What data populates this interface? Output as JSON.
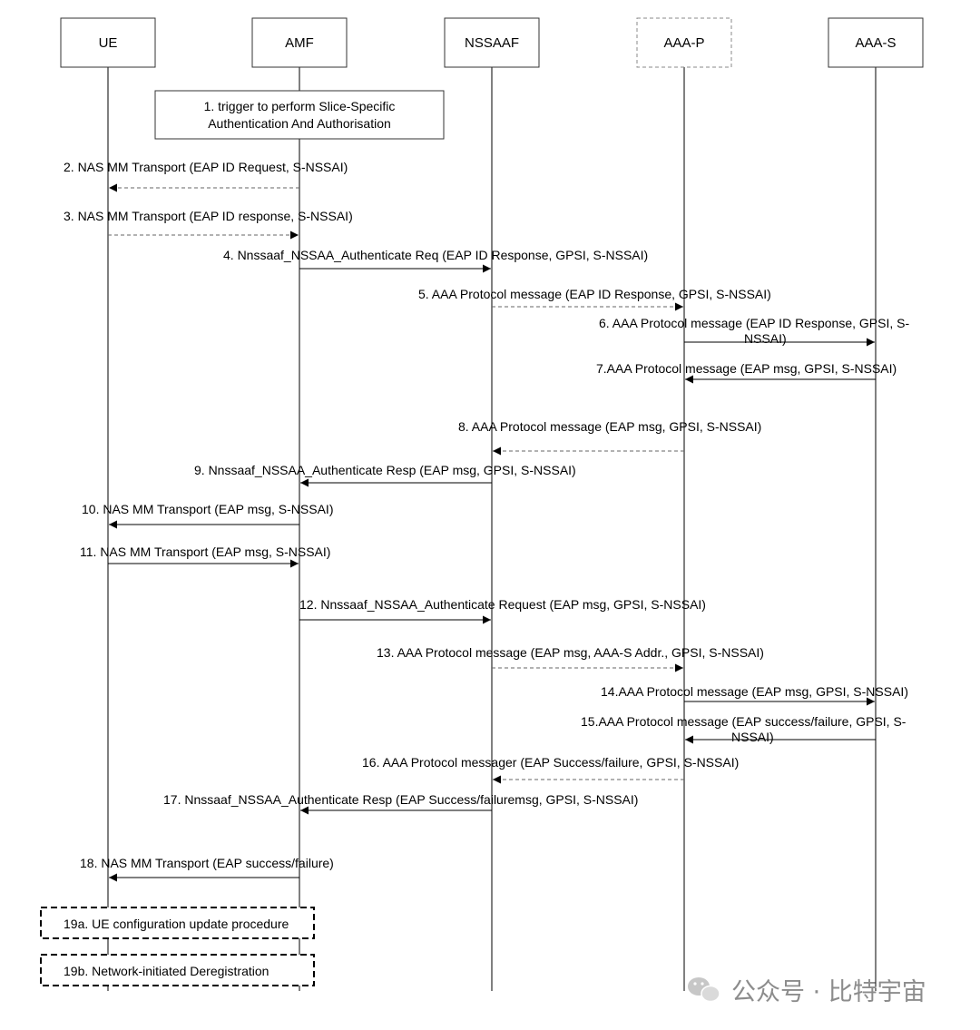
{
  "participants": [
    {
      "id": "ue",
      "label": "UE",
      "style": "solid"
    },
    {
      "id": "amf",
      "label": "AMF",
      "style": "solid"
    },
    {
      "id": "nssaaf",
      "label": "NSSAAF",
      "style": "solid"
    },
    {
      "id": "aaap",
      "label": "AAA-P",
      "style": "dashed"
    },
    {
      "id": "aaas",
      "label": "AAA-S",
      "style": "solid"
    }
  ],
  "trigger_note": {
    "lines": [
      "1. trigger to perform Slice-Specific",
      "Authentication And Authorisation"
    ]
  },
  "messages": [
    {
      "num": "2",
      "text": "2. NAS MM Transport (EAP ID Request, S-NSSAI)",
      "from": "amf",
      "to": "ue",
      "style": "dashed"
    },
    {
      "num": "3",
      "text": "3.  NAS MM Transport (EAP ID response, S-NSSAI)",
      "from": "ue",
      "to": "amf",
      "style": "dashed"
    },
    {
      "num": "4",
      "text": "4. Nnssaaf_NSSAA_Authenticate Req (EAP ID Response, GPSI, S-NSSAI)",
      "from": "amf",
      "to": "nssaaf",
      "style": "solid"
    },
    {
      "num": "5",
      "text": "5. AAA Protocol message (EAP ID Response, GPSI, S-NSSAI)",
      "from": "nssaaf",
      "to": "aaap",
      "style": "dashed"
    },
    {
      "num": "6",
      "text": "6. AAA Protocol message (EAP ID Response, GPSI, S-",
      "text2": "NSSAI)",
      "from": "aaap",
      "to": "aaas",
      "style": "solid"
    },
    {
      "num": "7",
      "text": "7.AAA Protocol message (EAP msg, GPSI, S-NSSAI)",
      "from": "aaas",
      "to": "aaap",
      "style": "solid"
    },
    {
      "num": "8",
      "text": "8. AAA Protocol message (EAP msg, GPSI, S-NSSAI)",
      "from": "aaap",
      "to": "nssaaf",
      "style": "dashed"
    },
    {
      "num": "9",
      "text": "9. Nnssaaf_NSSAA_Authenticate Resp (EAP msg, GPSI, S-NSSAI)",
      "from": "nssaaf",
      "to": "amf",
      "style": "solid"
    },
    {
      "num": "10",
      "text": "10. NAS MM Transport (EAP msg, S-NSSAI)",
      "from": "amf",
      "to": "ue",
      "style": "solid"
    },
    {
      "num": "11",
      "text": "11. NAS MM Transport (EAP msg, S-NSSAI)",
      "from": "ue",
      "to": "amf",
      "style": "solid"
    },
    {
      "num": "12",
      "text": "12. Nnssaaf_NSSAA_Authenticate Request (EAP msg, GPSI, S-NSSAI)",
      "from": "amf",
      "to": "nssaaf",
      "style": "solid"
    },
    {
      "num": "13",
      "text": "13. AAA Protocol message (EAP msg,  AAA-S Addr., GPSI, S-NSSAI)",
      "from": "nssaaf",
      "to": "aaap",
      "style": "dashed"
    },
    {
      "num": "14",
      "text": "14.AAA Protocol message (EAP msg, GPSI, S-NSSAI)",
      "from": "aaap",
      "to": "aaas",
      "style": "solid"
    },
    {
      "num": "15",
      "text": "15.AAA Protocol message (EAP success/failure, GPSI, S-",
      "text2": "NSSAI)",
      "from": "aaas",
      "to": "aaap",
      "style": "solid"
    },
    {
      "num": "16",
      "text": "16. AAA Protocol messager (EAP Success/failure, GPSI, S-NSSAI)",
      "from": "aaap",
      "to": "nssaaf",
      "style": "dashed"
    },
    {
      "num": "17",
      "text": "17. Nnssaaf_NSSAA_Authenticate Resp (EAP Success/failuremsg, GPSI, S-NSSAI)",
      "from": "nssaaf",
      "to": "amf",
      "style": "solid"
    },
    {
      "num": "18",
      "text": "18. NAS MM Transport (EAP success/failure)",
      "from": "amf",
      "to": "ue",
      "style": "solid"
    }
  ],
  "procedures": [
    {
      "id": "19a",
      "text": "19a.   UE configuration update procedure"
    },
    {
      "id": "19b",
      "text": "19b.  Network-initiated Deregistration"
    }
  ],
  "watermark": {
    "text": "公众号 · 比特宇宙",
    "icon": "wechat-icon"
  }
}
